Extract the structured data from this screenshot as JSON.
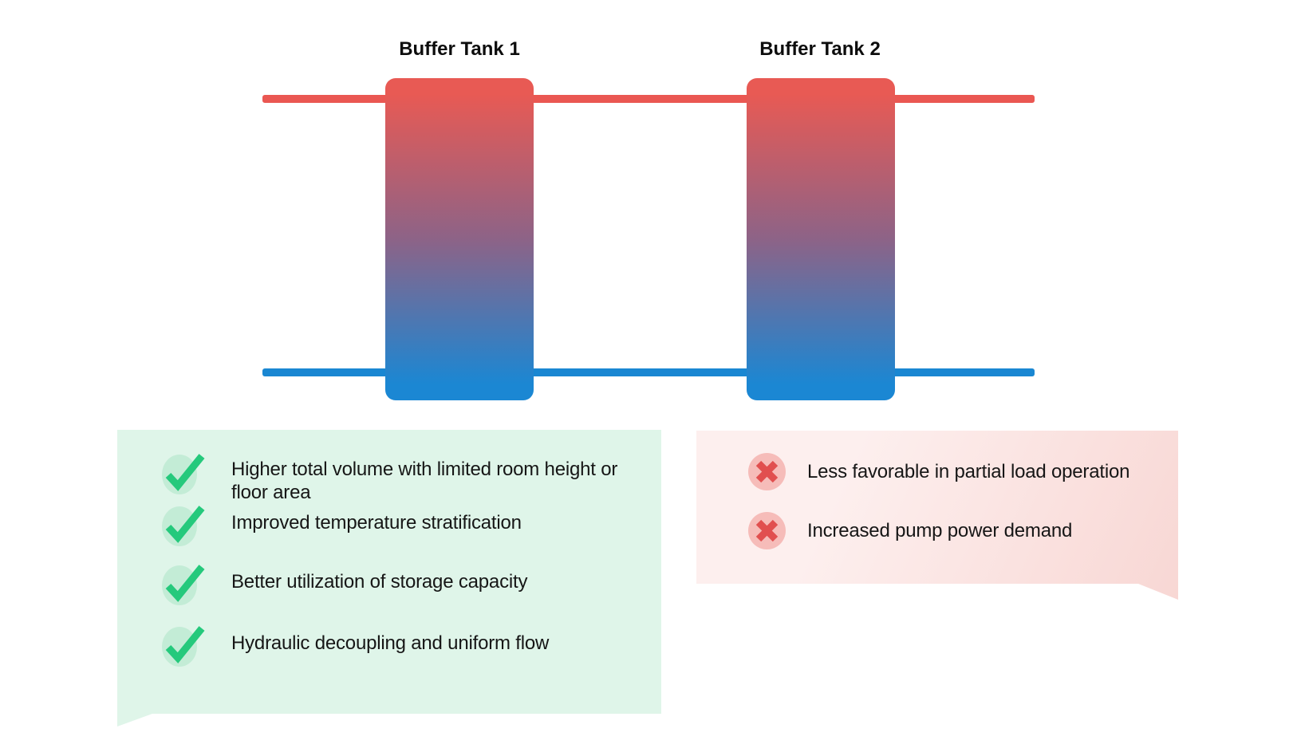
{
  "diagram": {
    "tank1_label": "Buffer Tank 1",
    "tank2_label": "Buffer Tank 2",
    "hot_pipe_color": "#ea5752",
    "cold_pipe_color": "#1a87d2",
    "tank_gradient_top": "#e85a54",
    "tank_gradient_mid": "#8d6387",
    "tank_gradient_bottom": "#1b87d3"
  },
  "advantages": {
    "bg_color": "#dff5e9",
    "check_color": "#25c97c",
    "check_circle_color": "#c3ecd6",
    "items": [
      "Higher total volume with limited room height or floor area",
      "Improved temperature stratification",
      "Better utilization of storage capacity",
      "Hydraulic decoupling and uniform flow"
    ]
  },
  "disadvantages": {
    "bg_color_start": "#fdefee",
    "bg_color_end": "#f8d7d4",
    "x_color": "#e14f4f",
    "x_circle_color": "#f6bcb9",
    "items": [
      "Less favorable in partial load operation",
      "Increased pump power demand"
    ]
  }
}
